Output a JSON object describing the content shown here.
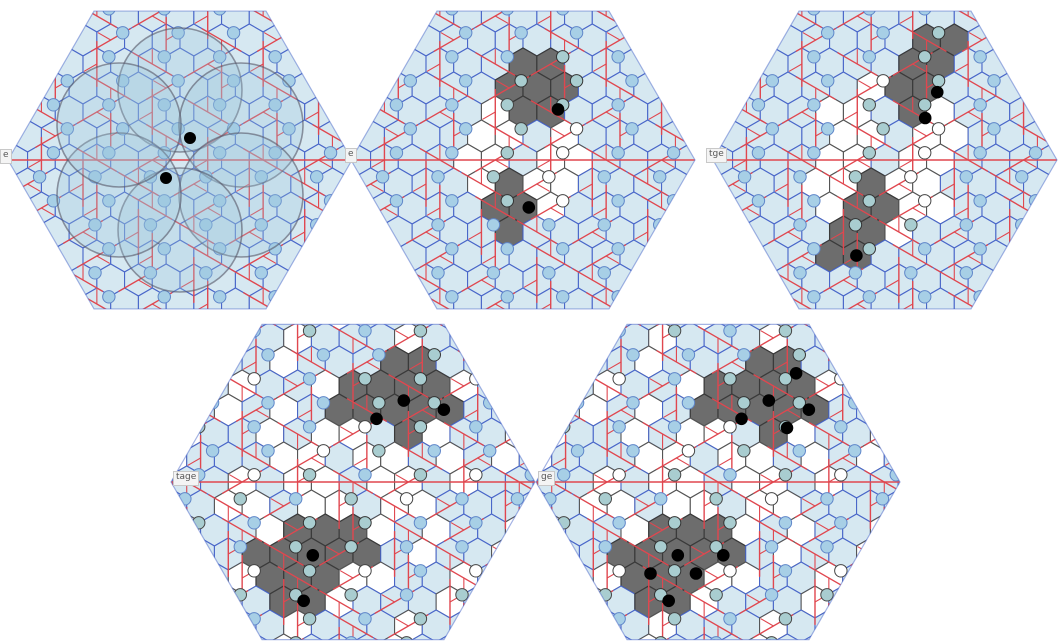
{
  "panels": [
    {
      "id": "panel-1",
      "label": "e",
      "stage": 0
    },
    {
      "id": "panel-2",
      "label": "e",
      "stage": 1
    },
    {
      "id": "panel-3",
      "label": "tge",
      "stage": 2
    },
    {
      "id": "panel-4",
      "label": "tage",
      "stage": 3
    },
    {
      "id": "panel-5",
      "label": "ge",
      "stage": 4
    }
  ],
  "colors": {
    "tile_fill": "#d6e8f1",
    "tile_stroke": "#4a67c9",
    "red_line": "#e0474f",
    "dark_region": "#6d6d6d",
    "inner_edge": "#555555",
    "node_blue": "#a7cfe6",
    "node_teal": "#a9cdd0",
    "node_black": "#000000",
    "node_white": "#ffffff"
  }
}
